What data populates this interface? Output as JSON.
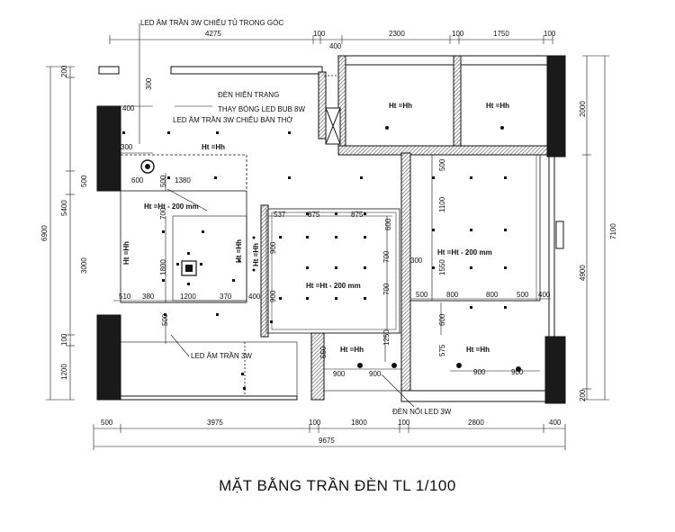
{
  "drawing": {
    "title": "MẶT BẰNG TRẦN ĐÈN TL 1/100",
    "annotations": {
      "led_corner": "LED ÂM TRẦN 3W CHIẾU TỦ TRONG GÓC",
      "den_hien_trang": "ĐÈN HIỆN TRẠNG",
      "thay_bong": "THAY BÓNG LED BUB 8W",
      "led_ban_tho": "LED ÂM TRẦN 3W CHIẾU BÀN THỜ",
      "led_am_tran": "LED ÂM TRẦN 3W",
      "den_noi": "ĐÈN NỔI LED 3W"
    },
    "rooms": {
      "ht_hh": "Ht =Hh",
      "ht_200_a": "Ht =Ht - 200 mm",
      "ht_200_b": "Ht =Ht - 200 mm",
      "ht_200_c": "Ht =Ht - 200 mm"
    },
    "dims": {
      "top": [
        "4275",
        "100",
        "2300",
        "100",
        "1750",
        "100",
        "400"
      ],
      "bottom": [
        "500",
        "3975",
        "100",
        "1800",
        "100",
        "2800",
        "400"
      ],
      "total": "9675",
      "left": [
        "200",
        "5400",
        "6900",
        "500",
        "3000",
        "100",
        "1200"
      ],
      "right": [
        "2000",
        "7100",
        "4900",
        "200"
      ],
      "inner": [
        "300",
        "400",
        "300",
        "600",
        "500",
        "1380",
        "700",
        "1800",
        "510",
        "380",
        "1200",
        "370",
        "400",
        "500",
        "537",
        "875",
        "875",
        "600",
        "900",
        "700",
        "700",
        "900",
        "550",
        "900",
        "1250",
        "900",
        "500",
        "1100",
        "1550",
        "300",
        "500",
        "800",
        "800",
        "500",
        "400",
        "600",
        "575",
        "900",
        "900"
      ]
    },
    "colors": {
      "line": "#111111",
      "wall": "#1a1a1a",
      "hatch": "#555555"
    }
  }
}
